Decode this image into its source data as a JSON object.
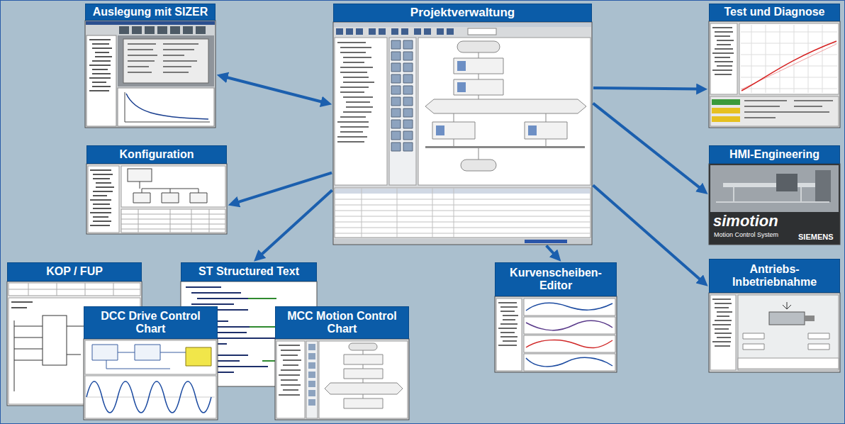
{
  "diagram": {
    "nodes": [
      {
        "text": [
          "Auslegung mit SIZER"
        ]
      },
      {
        "text": [
          "Projektverwaltung"
        ]
      },
      {
        "text": [
          "Test und Diagnose"
        ]
      },
      {
        "text": [
          "Konfiguration"
        ]
      },
      {
        "text": [
          "HMI-Engineering"
        ]
      },
      {
        "text": [
          "KOP / FUP"
        ]
      },
      {
        "text": [
          "ST Structured Text"
        ]
      },
      {
        "text": [
          "Kurvenscheiben- Editor"
        ]
      },
      {
        "text": [
          "Antriebs- Inbetriebnahme"
        ]
      },
      {
        "text": [
          "DCC Drive Control Chart"
        ]
      },
      {
        "text": [
          "MCC Motion Control Chart"
        ]
      }
    ],
    "edges": [
      {
        "from": 1,
        "to": 0,
        "arrow": "both"
      },
      {
        "from": 1,
        "to": 3,
        "arrow": "to"
      },
      {
        "from": 1,
        "to": 6,
        "arrow": "to"
      },
      {
        "from": 1,
        "to": 7,
        "arrow": "to"
      },
      {
        "from": 1,
        "to": 2,
        "arrow": "to"
      },
      {
        "from": 1,
        "to": 4,
        "arrow": "to"
      },
      {
        "from": 1,
        "to": 8,
        "arrow": "to"
      }
    ],
    "labels": [
      "simotion",
      "Motion Control System",
      "SIEMENS"
    ]
  }
}
